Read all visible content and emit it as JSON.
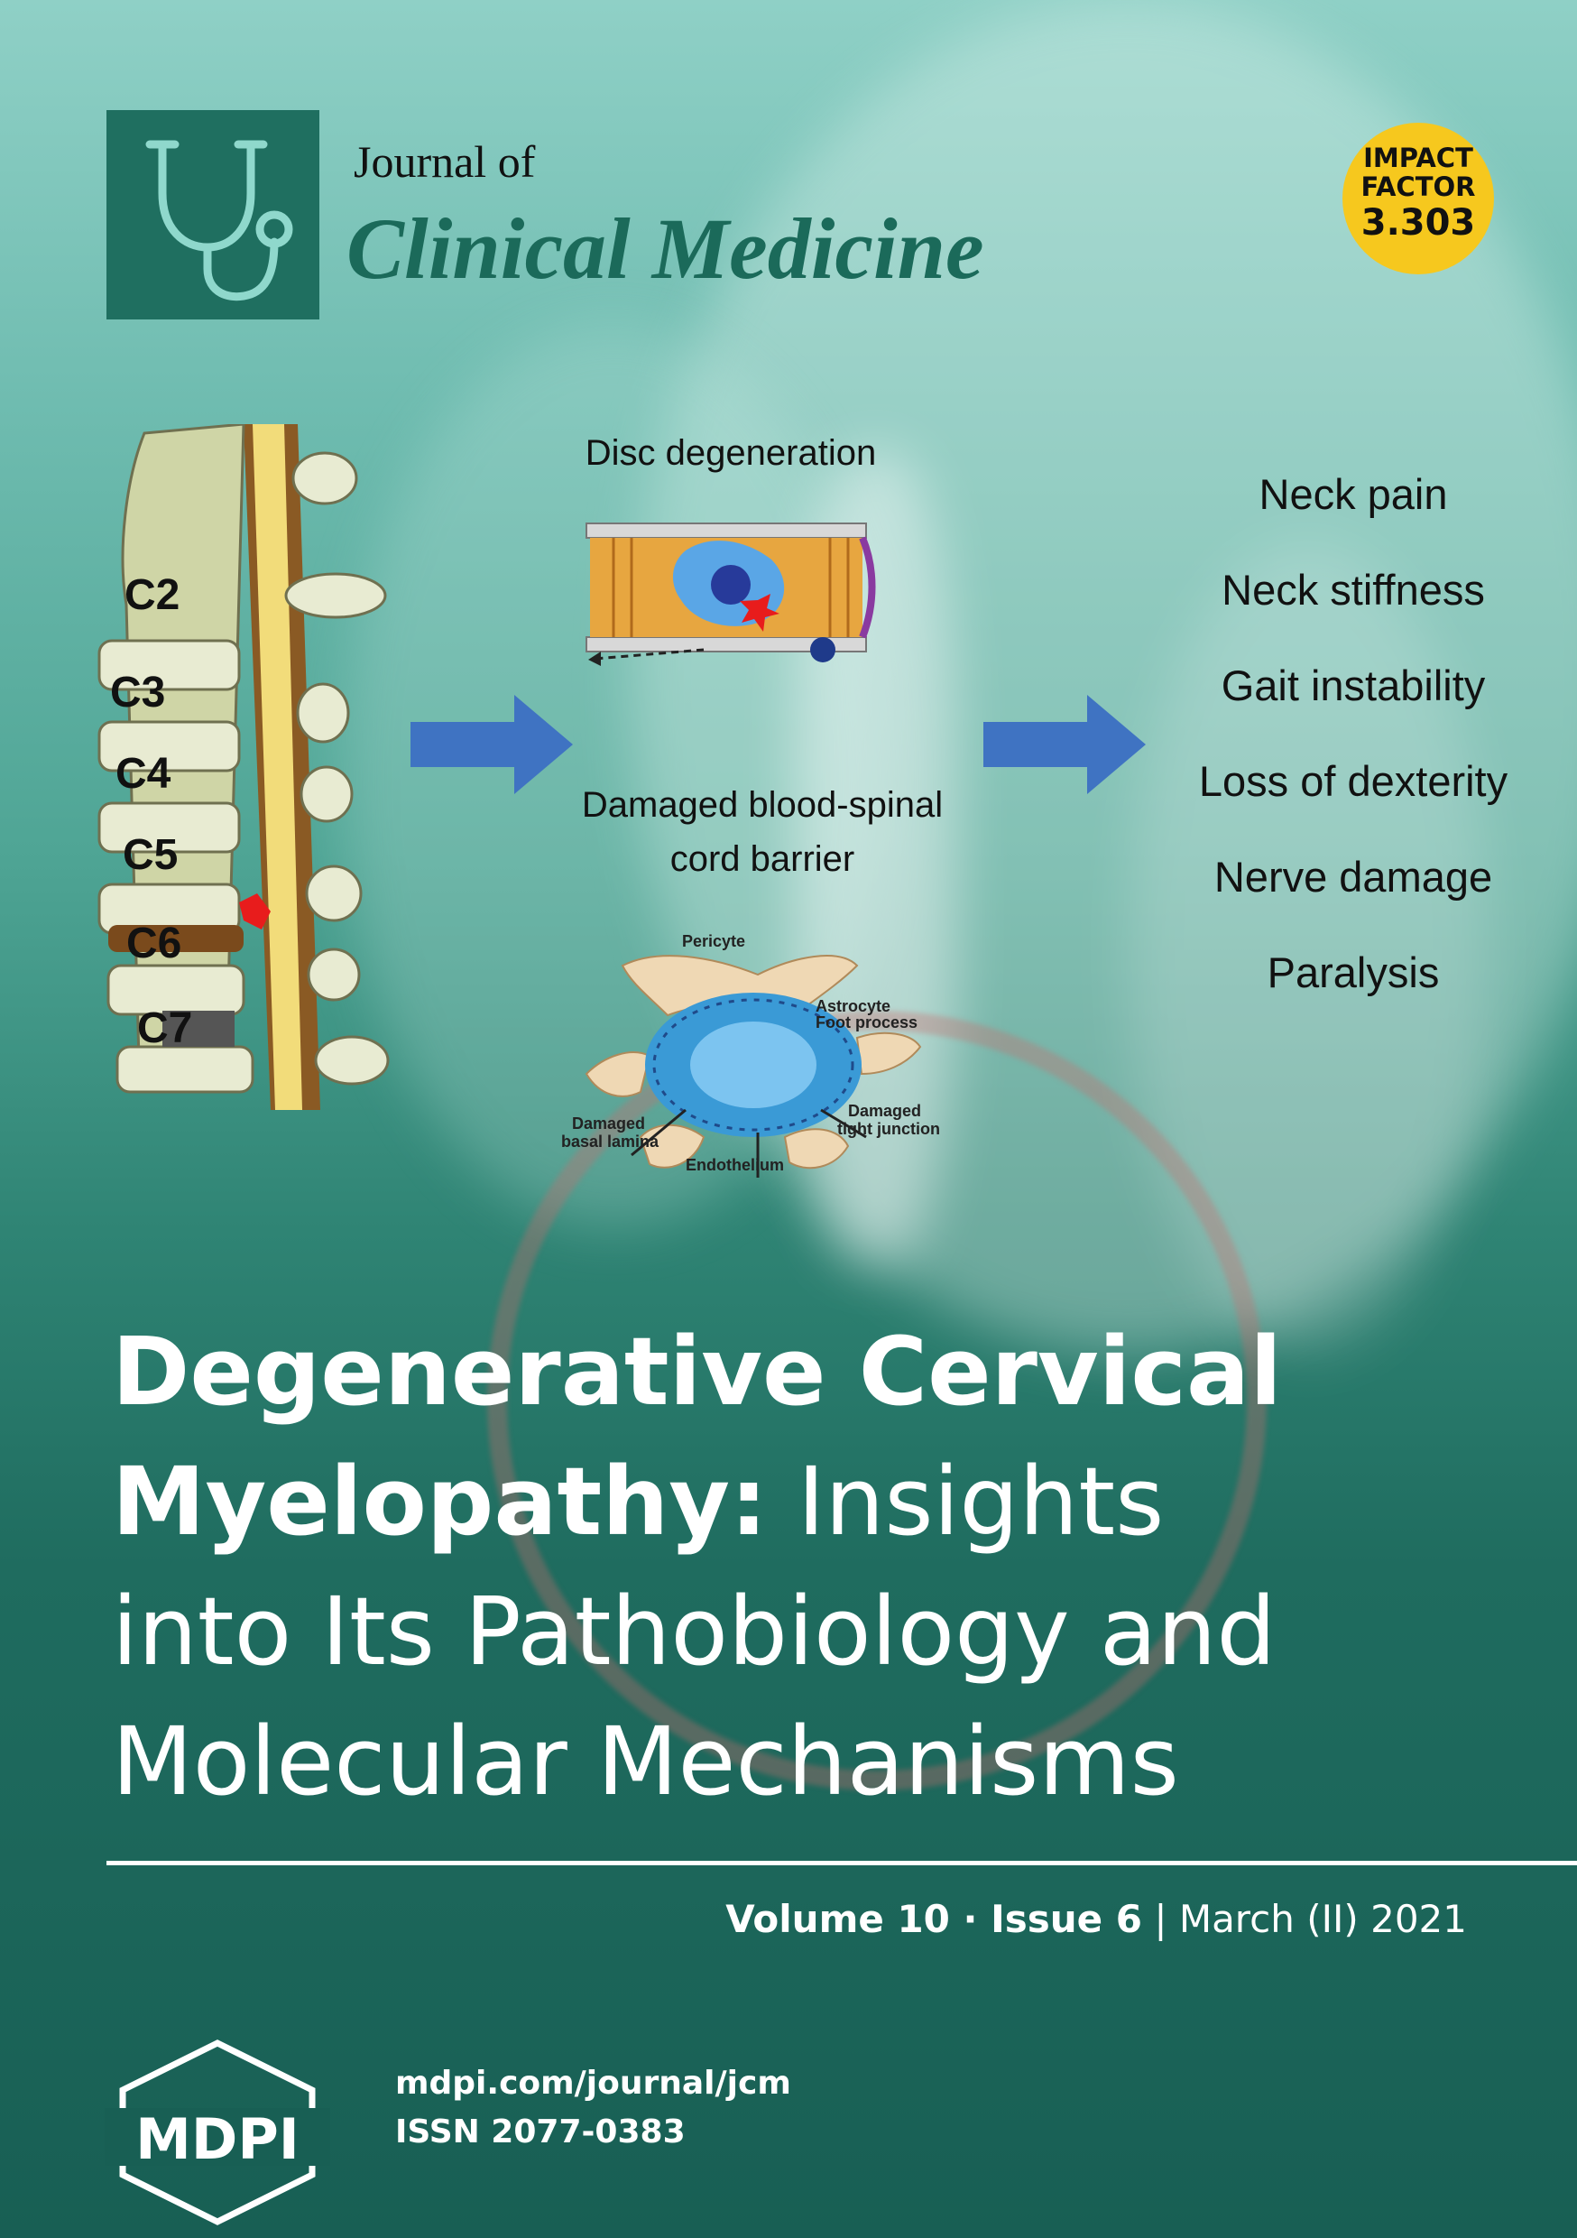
{
  "journal": {
    "line1": "Journal of",
    "line2": "Clinical Medicine"
  },
  "impact_factor": {
    "line1": "IMPACT",
    "line2": "FACTOR",
    "value": "3.303"
  },
  "abstract": {
    "vertebrae": [
      "C2",
      "C3",
      "C4",
      "C5",
      "C6",
      "C7"
    ],
    "disc_label": "Disc degeneration",
    "barrier_label_1": "Damaged blood-spinal",
    "barrier_label_2": "cord barrier",
    "micro": {
      "pericyte": "Pericyte",
      "astrocyte_1": "Astrocyte",
      "astrocyte_2": "Foot process",
      "lamina_1": "Damaged",
      "lamina_2": "basal lamina",
      "endothelium": "Endothelium",
      "junction_1": "Damaged",
      "junction_2": "tight junction"
    },
    "symptoms": [
      "Neck pain",
      "Neck stiffness",
      "Gait instability",
      "Loss of dexterity",
      "Nerve damage",
      "Paralysis"
    ]
  },
  "title": {
    "bold_1": "Degenerative Cervical",
    "bold_2": "Myelopathy:",
    "light_2": " Insights",
    "light_3": "into Its Pathobiology and",
    "light_4": "Molecular Mechanisms"
  },
  "issue": {
    "volume": "Volume 10",
    "sep": " · ",
    "issue": "Issue 6",
    "bar": " | ",
    "date": "March (II) 2021"
  },
  "publisher": {
    "logo": "MDPI",
    "url": "mdpi.com/journal/jcm",
    "issn": "ISSN 2077-0383"
  },
  "colors": {
    "brand_green": "#1f6f60",
    "impact_yellow": "#f6c81e"
  }
}
